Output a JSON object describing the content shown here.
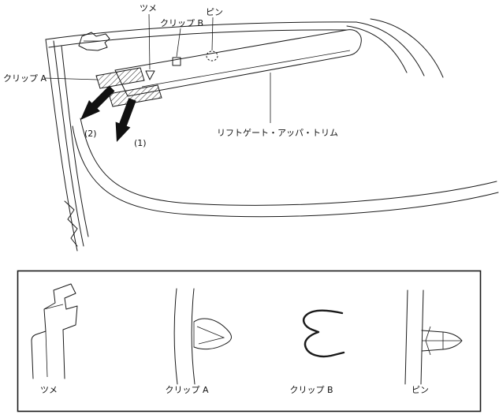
{
  "diagram": {
    "title": "liftgate-upper-trim-removal-diagram",
    "labels": {
      "tsume": "ツメ",
      "clip_b": "クリップ B",
      "pin": "ピン",
      "clip_a": "クリップ A",
      "trim": "リフトゲート・アッパ・トリム",
      "arrow1": "(1)",
      "arrow2": "(2)"
    },
    "legend": {
      "items": [
        {
          "label": "ツメ"
        },
        {
          "label": "クリップ A"
        },
        {
          "label": "クリップ B"
        },
        {
          "label": "ピン"
        }
      ]
    },
    "colors": {
      "line": "#1a1a1a",
      "background": "#ffffff"
    }
  }
}
